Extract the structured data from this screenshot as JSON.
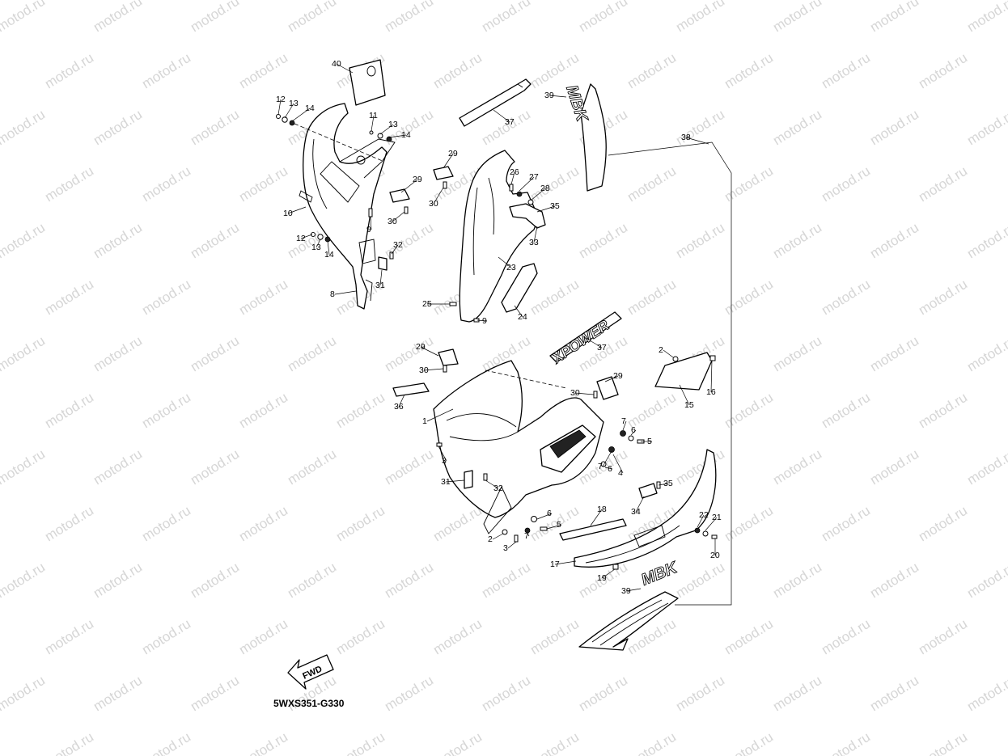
{
  "watermark": {
    "text": "motod.ru"
  },
  "diagram": {
    "code": "5WXS351-G330",
    "fwd_label": "FWD",
    "decals": {
      "brand": "MBK",
      "model": "XPOWER"
    },
    "callouts": [
      {
        "id": "c40",
        "label": "40"
      },
      {
        "id": "c12a",
        "label": "12"
      },
      {
        "id": "c13a",
        "label": "13"
      },
      {
        "id": "c14a",
        "label": "14"
      },
      {
        "id": "c11",
        "label": "11"
      },
      {
        "id": "c13b",
        "label": "13"
      },
      {
        "id": "c14b",
        "label": "14"
      },
      {
        "id": "c37a",
        "label": "37"
      },
      {
        "id": "c39a",
        "label": "39"
      },
      {
        "id": "c38",
        "label": "38"
      },
      {
        "id": "c29a",
        "label": "29"
      },
      {
        "id": "c29b",
        "label": "29"
      },
      {
        "id": "c30a",
        "label": "30"
      },
      {
        "id": "c30b",
        "label": "30"
      },
      {
        "id": "c26",
        "label": "26"
      },
      {
        "id": "c27",
        "label": "27"
      },
      {
        "id": "c28",
        "label": "28"
      },
      {
        "id": "c35a",
        "label": "35"
      },
      {
        "id": "c33",
        "label": "33"
      },
      {
        "id": "c10",
        "label": "10"
      },
      {
        "id": "c9a",
        "label": "9"
      },
      {
        "id": "c12b",
        "label": "12"
      },
      {
        "id": "c13c",
        "label": "13"
      },
      {
        "id": "c14c",
        "label": "14"
      },
      {
        "id": "c32a",
        "label": "32"
      },
      {
        "id": "c31a",
        "label": "31"
      },
      {
        "id": "c8",
        "label": "8"
      },
      {
        "id": "c23",
        "label": "23"
      },
      {
        "id": "c24",
        "label": "24"
      },
      {
        "id": "c25",
        "label": "25"
      },
      {
        "id": "c9b",
        "label": "9"
      },
      {
        "id": "c37b",
        "label": "37"
      },
      {
        "id": "c29c",
        "label": "29"
      },
      {
        "id": "c30c",
        "label": "30"
      },
      {
        "id": "c2a",
        "label": "2"
      },
      {
        "id": "c16",
        "label": "16"
      },
      {
        "id": "c15",
        "label": "15"
      },
      {
        "id": "c29d",
        "label": "29"
      },
      {
        "id": "c30d",
        "label": "30"
      },
      {
        "id": "c36",
        "label": "36"
      },
      {
        "id": "c1",
        "label": "1"
      },
      {
        "id": "c7a",
        "label": "7"
      },
      {
        "id": "c6a",
        "label": "6"
      },
      {
        "id": "c5a",
        "label": "5"
      },
      {
        "id": "c7b",
        "label": "7"
      },
      {
        "id": "c6b",
        "label": "6"
      },
      {
        "id": "c4",
        "label": "4"
      },
      {
        "id": "c3a",
        "label": "3"
      },
      {
        "id": "c31b",
        "label": "31"
      },
      {
        "id": "c32b",
        "label": "32"
      },
      {
        "id": "c35b",
        "label": "35"
      },
      {
        "id": "c34",
        "label": "34"
      },
      {
        "id": "c18",
        "label": "18"
      },
      {
        "id": "c6c",
        "label": "6"
      },
      {
        "id": "c5b",
        "label": "5"
      },
      {
        "id": "c7c",
        "label": "7"
      },
      {
        "id": "c2b",
        "label": "2"
      },
      {
        "id": "c3b",
        "label": "3"
      },
      {
        "id": "c22",
        "label": "22"
      },
      {
        "id": "c21",
        "label": "21"
      },
      {
        "id": "c20",
        "label": "20"
      },
      {
        "id": "c17",
        "label": "17"
      },
      {
        "id": "c19",
        "label": "19"
      },
      {
        "id": "c39b",
        "label": "39"
      }
    ]
  }
}
